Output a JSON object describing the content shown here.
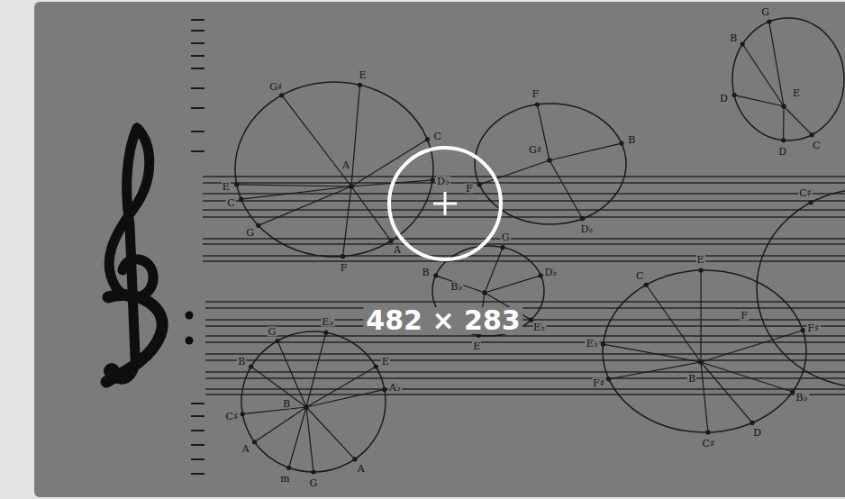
{
  "diagram": {
    "labels": [
      "G♯",
      "E",
      "C",
      "D♭",
      "A",
      "E",
      "C",
      "G",
      "F",
      "A",
      "F",
      "B",
      "G♯",
      "F",
      "D♭",
      "G",
      "B",
      "E",
      "D",
      "D",
      "C",
      "B",
      "G",
      "D♭",
      "B♭",
      "E♭",
      "E",
      "G",
      "E♭",
      "B",
      "E",
      "A♭",
      "B",
      "C♯",
      "A",
      "m",
      "G",
      "A",
      "C",
      "E",
      "F",
      "F♯",
      "E♭",
      "B",
      "F♯",
      "C♯",
      "D",
      "B♭",
      "C♯",
      "482 × 283"
    ]
  }
}
